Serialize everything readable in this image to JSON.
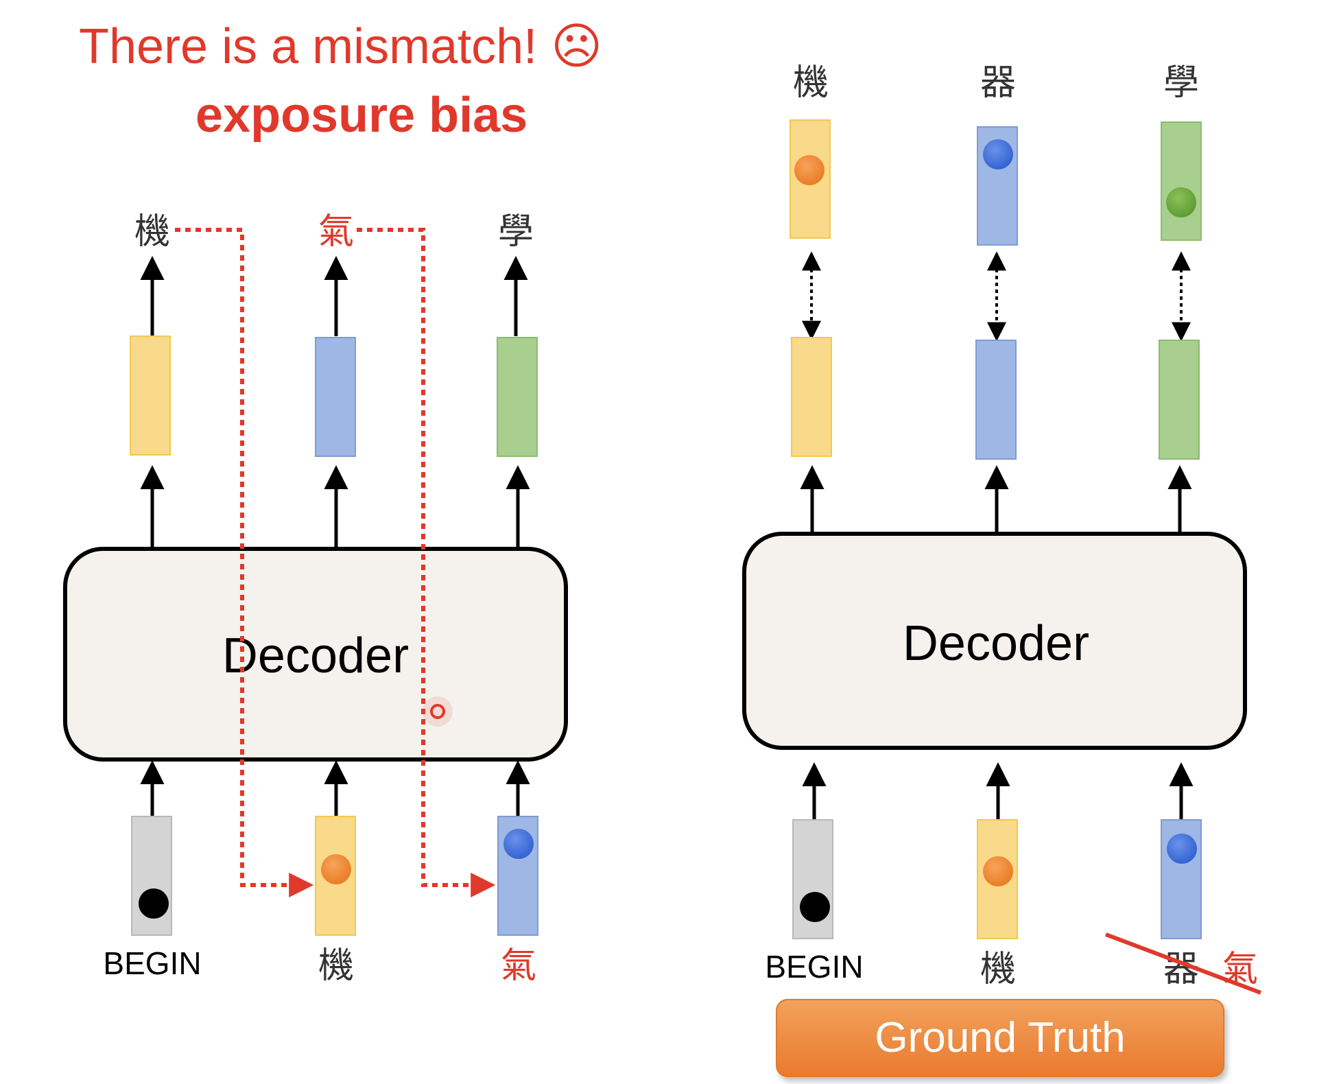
{
  "title": {
    "line1": "There is a mismatch! ☹",
    "line2": "exposure bias"
  },
  "left_panel": {
    "decoder_label": "Decoder",
    "outputs": [
      "機",
      "氣",
      "學"
    ],
    "inputs": [
      "BEGIN",
      "機",
      "氣"
    ]
  },
  "right_panel": {
    "decoder_label": "Decoder",
    "targets": [
      "機",
      "器",
      "學"
    ],
    "inputs": [
      "BEGIN",
      "機"
    ],
    "corrected_input": {
      "original": "器",
      "wrong": "氣"
    },
    "ground_truth_label": "Ground Truth"
  },
  "colors": {
    "title_red": "#e0392b",
    "yellow": "#f9d98a",
    "blue": "#9fb7e4",
    "green": "#a9cf8f",
    "gray": "#d4d4d4",
    "orange_button": "#ee8a3f"
  }
}
